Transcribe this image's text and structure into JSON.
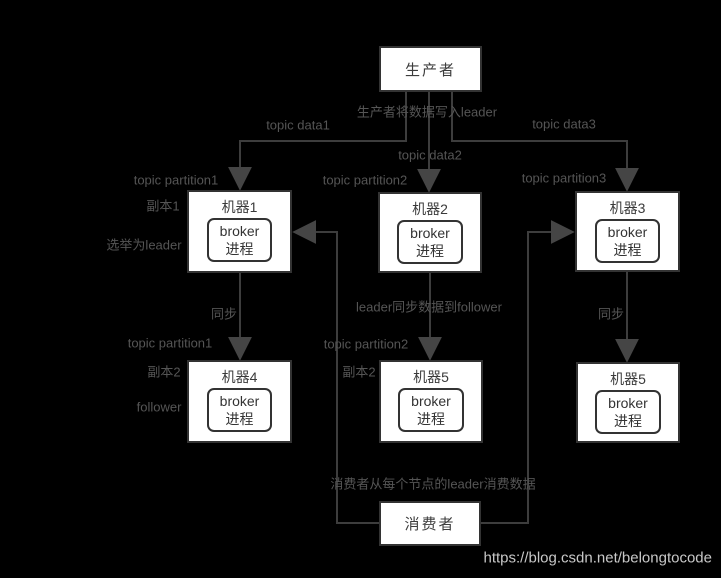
{
  "colors": {
    "background": "#000000",
    "box_fill": "#ffffff",
    "box_border": "#333333",
    "line": "#3d3d3d",
    "arrowhead": "#454545",
    "label_text": "#555555",
    "box_text": "#3a3a3a",
    "watermark_text": "#c8c8c8"
  },
  "boxes": {
    "producer": {
      "label": "生产者"
    },
    "machine1": {
      "title": "机器1",
      "inner": [
        "broker",
        "进程"
      ]
    },
    "machine2": {
      "title": "机器2",
      "inner": [
        "broker",
        "进程"
      ]
    },
    "machine3": {
      "title": "机器3",
      "inner": [
        "broker",
        "进程"
      ]
    },
    "machine4": {
      "title": "机器4",
      "inner": [
        "broker",
        "进程"
      ]
    },
    "machine5_mid": {
      "title": "机器5",
      "inner": [
        "broker",
        "进程"
      ]
    },
    "machine5_right": {
      "title": "机器5",
      "inner": [
        "broker",
        "进程"
      ]
    },
    "consumer": {
      "label": "消费者"
    }
  },
  "labels": {
    "producer_note": "生产者将数据写入leader",
    "topic_data1": "topic data1",
    "topic_data2": "topic data2",
    "topic_data3": "topic data3",
    "topic_partition1_top": "topic partition1",
    "topic_partition2_top": "topic partition2",
    "topic_partition3_top": "topic partition3",
    "replica1": "副本1",
    "elected_leader": "选举为leader",
    "sync_left": "同步",
    "sync_note": "leader同步数据到follower",
    "sync_right": "同步",
    "topic_partition1_bottom": "topic partition1",
    "topic_partition2_bottom": "topic partition2",
    "replica2_left": "副本2",
    "replica2_mid": "副本2",
    "follower": "follower",
    "consumer_note": "消费者从每个节点的leader消费数据",
    "watermark": "https://blog.csdn.net/belongtocode"
  }
}
